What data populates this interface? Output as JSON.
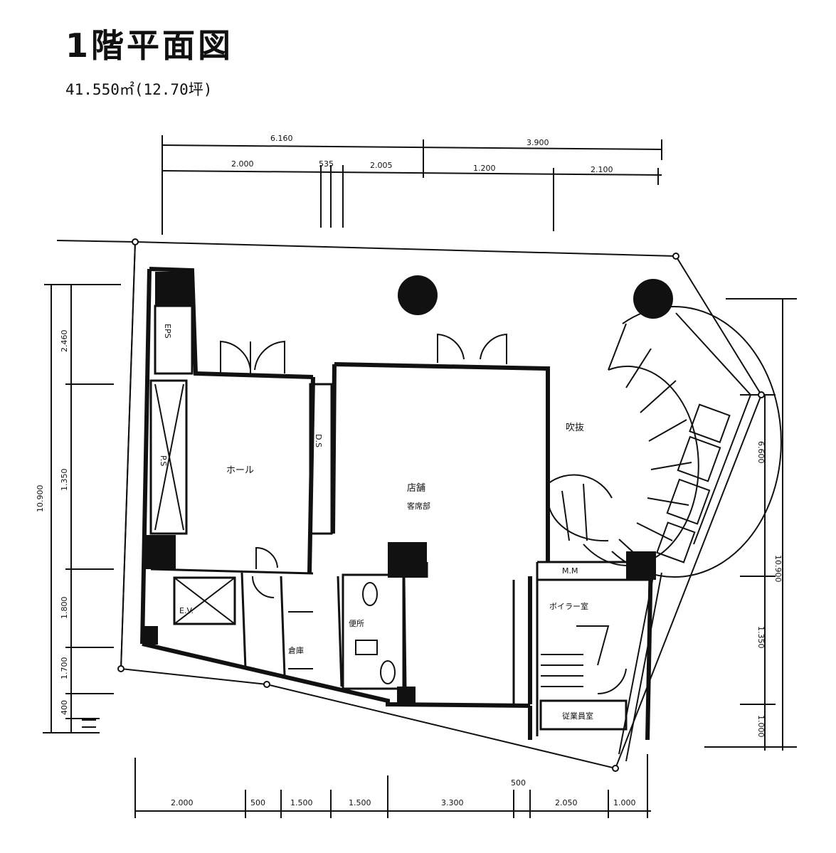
{
  "title": "1階平面図",
  "area": "41.550㎡(12.70坪)",
  "dimensions": {
    "top_overall": [
      "6.160",
      "3.900"
    ],
    "top_detail": [
      "2.000",
      "535",
      "2.005",
      "1.200",
      "2.100"
    ],
    "bottom": [
      "2.000",
      "500",
      "1.500",
      "1.500",
      "3.300",
      "500",
      "2.050",
      "1.000"
    ],
    "left_overall": "10.900",
    "left_detail": [
      "2.460",
      "1.350",
      "1.800",
      "1.700",
      "400"
    ],
    "right_overall": "10.900",
    "right_detail": [
      "6.600",
      "1.350",
      "1.000"
    ]
  },
  "rooms": {
    "hall": "ホール",
    "store": "店舗",
    "store_sub": "客席部",
    "atrium": "吹抜",
    "ev": "E.V.",
    "ps": "P.S",
    "eps": "EPS",
    "ds": "D.S",
    "storage": "倉庫",
    "toilet": "便所",
    "backyard": "ボイラー室",
    "staff_room": "従業員室",
    "mm": "M.M"
  }
}
